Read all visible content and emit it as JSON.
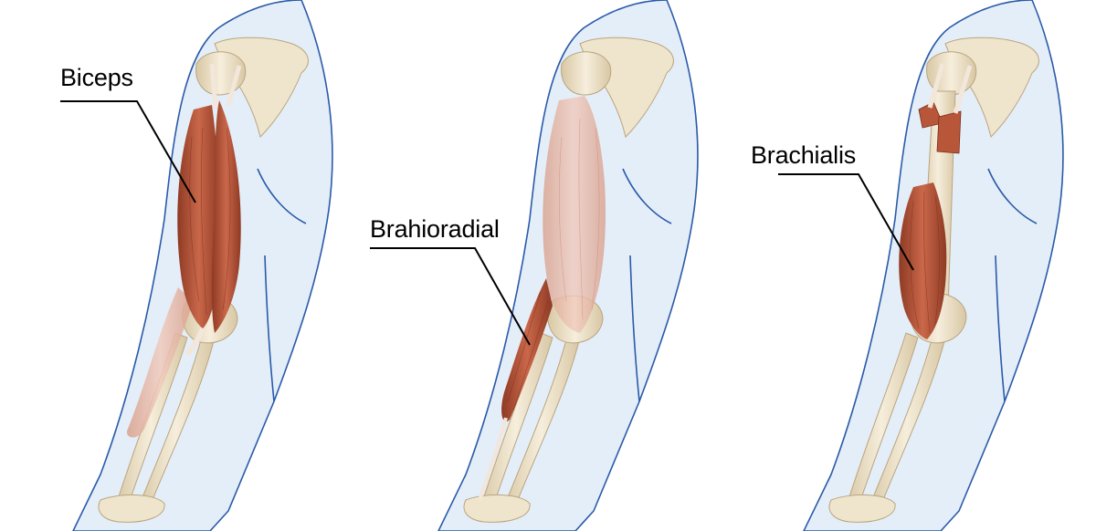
{
  "labels": {
    "biceps": "Biceps",
    "brahioradial": "Brahioradial",
    "brachialis": "Brachialis"
  },
  "colors": {
    "body_outline": "#2a5aa8",
    "body_fill": "#e4eef9",
    "bone": "#efe4cc",
    "bone_shade": "#d8c7a4",
    "muscle": "#b8563a",
    "muscle_light": "#e7b8a6",
    "tendon": "#f3e6da",
    "leader_line": "#000000"
  }
}
